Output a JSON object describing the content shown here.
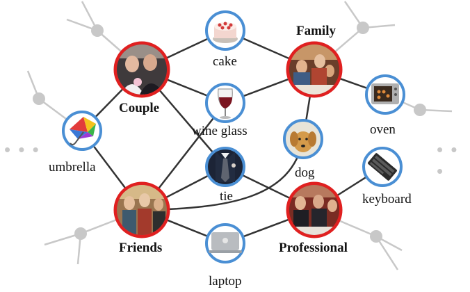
{
  "diagram": {
    "scene_nodes": {
      "couple": "Couple",
      "family": "Family",
      "friends": "Friends",
      "professional": "Professional"
    },
    "object_nodes": {
      "cake": "cake",
      "wine_glass": "wine glass",
      "oven": "oven",
      "umbrella": "umbrella",
      "dog": "dog",
      "tie": "tie",
      "keyboard": "keyboard",
      "laptop": "laptop"
    },
    "ellipsis_left": "• • •",
    "ellipsis_right": "• • •",
    "colors": {
      "scene_border": "#e02020",
      "object_border": "#4a8fd4",
      "edge": "#333333",
      "faded": "#c8c8c8"
    },
    "icons": {
      "couple": "wedding-couple-photo",
      "family": "family-dinner-photo",
      "friends": "friends-party-photo",
      "professional": "business-meeting-photo",
      "cake": "cake-icon",
      "wine_glass": "wine-glass-icon",
      "oven": "oven-icon",
      "umbrella": "umbrella-icon",
      "dog": "dog-icon",
      "tie": "tie-icon",
      "keyboard": "keyboard-icon",
      "laptop": "laptop-icon"
    }
  }
}
